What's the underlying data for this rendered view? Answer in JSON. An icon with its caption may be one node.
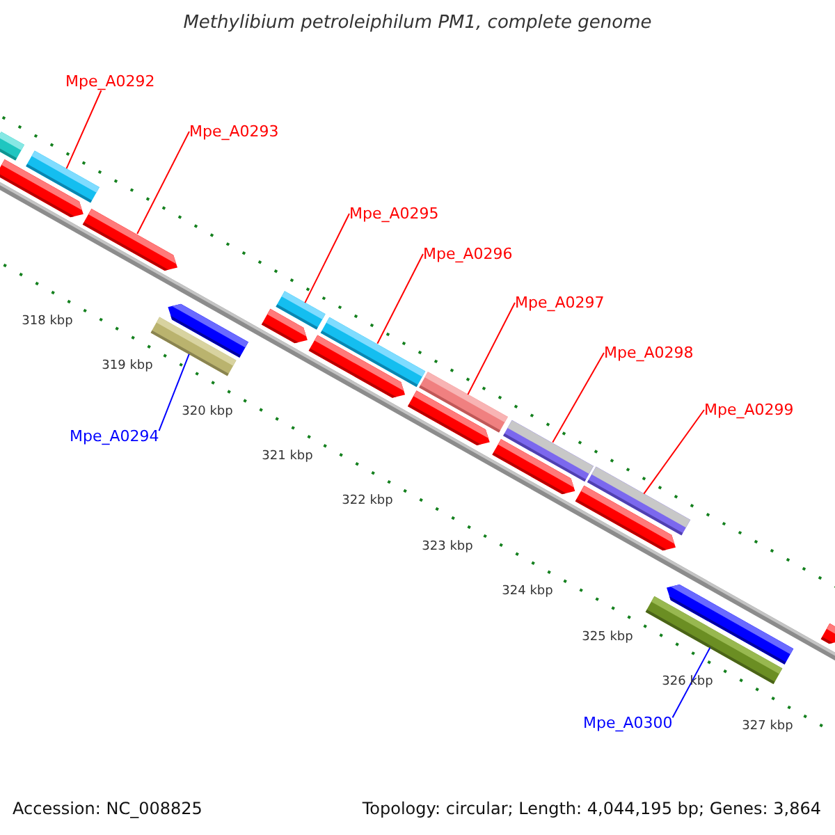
{
  "diagram": {
    "title": "Methylibium petroleiphilum PM1, complete genome",
    "nodes": [
      {
        "text": [
          "Mpe_A0292"
        ]
      },
      {
        "text": [
          "Mpe_A0293"
        ]
      },
      {
        "text": [
          "Mpe_A0295"
        ]
      },
      {
        "text": [
          "Mpe_A0296"
        ]
      },
      {
        "text": [
          "Mpe_A0297"
        ]
      },
      {
        "text": [
          "Mpe_A0298"
        ]
      },
      {
        "text": [
          "Mpe_A0299"
        ]
      },
      {
        "text": [
          "Mpe_A0294"
        ]
      },
      {
        "text": [
          "Mpe_A0300"
        ]
      },
      {
        "text": [],
        "shape": "bar"
      },
      {
        "text": [],
        "shape": "pentagon"
      },
      {
        "text": [],
        "shape": "bar"
      },
      {
        "text": [],
        "shape": "pentagon"
      },
      {
        "text": [],
        "shape": "bar"
      },
      {
        "text": [],
        "shape": "pentagon"
      },
      {
        "text": [],
        "shape": "bar"
      },
      {
        "text": [],
        "shape": "pentagon"
      },
      {
        "text": [],
        "shape": "bar"
      },
      {
        "text": [],
        "shape": "pentagon"
      },
      {
        "text": [],
        "shape": "bar"
      },
      {
        "text": [],
        "shape": "pentagon"
      },
      {
        "text": [],
        "shape": "bar"
      },
      {
        "text": [],
        "shape": "pentagon"
      },
      {
        "text": [],
        "shape": "bar"
      },
      {
        "text": [],
        "shape": "pentagon"
      },
      {
        "text": [],
        "shape": "bar"
      },
      {
        "text": [],
        "shape": "pentagon"
      },
      {
        "text": [],
        "shape": "pentagon"
      }
    ],
    "edges": [
      {
        "from": 0,
        "to": 11,
        "arrow": "none"
      },
      {
        "from": 1,
        "to": 12,
        "arrow": "none"
      },
      {
        "from": 2,
        "to": 15,
        "arrow": "none"
      },
      {
        "from": 3,
        "to": 17,
        "arrow": "none"
      },
      {
        "from": 4,
        "to": 19,
        "arrow": "none"
      },
      {
        "from": 5,
        "to": 21,
        "arrow": "none"
      },
      {
        "from": 6,
        "to": 23,
        "arrow": "none"
      },
      {
        "from": 7,
        "to": 13,
        "arrow": "none",
        "color": "#0000ff"
      },
      {
        "from": 8,
        "to": 25,
        "arrow": "none",
        "color": "#0000ff"
      }
    ],
    "labels": [
      "318 kbp",
      "319 kbp",
      "320 kbp",
      "321 kbp",
      "322 kbp",
      "323 kbp",
      "324 kbp",
      "325 kbp",
      "326 kbp",
      "327 kbp",
      "Accession: NC_008825",
      "Topology: circular; Length: 4,044,195 bp; Genes: 3,864"
    ]
  }
}
